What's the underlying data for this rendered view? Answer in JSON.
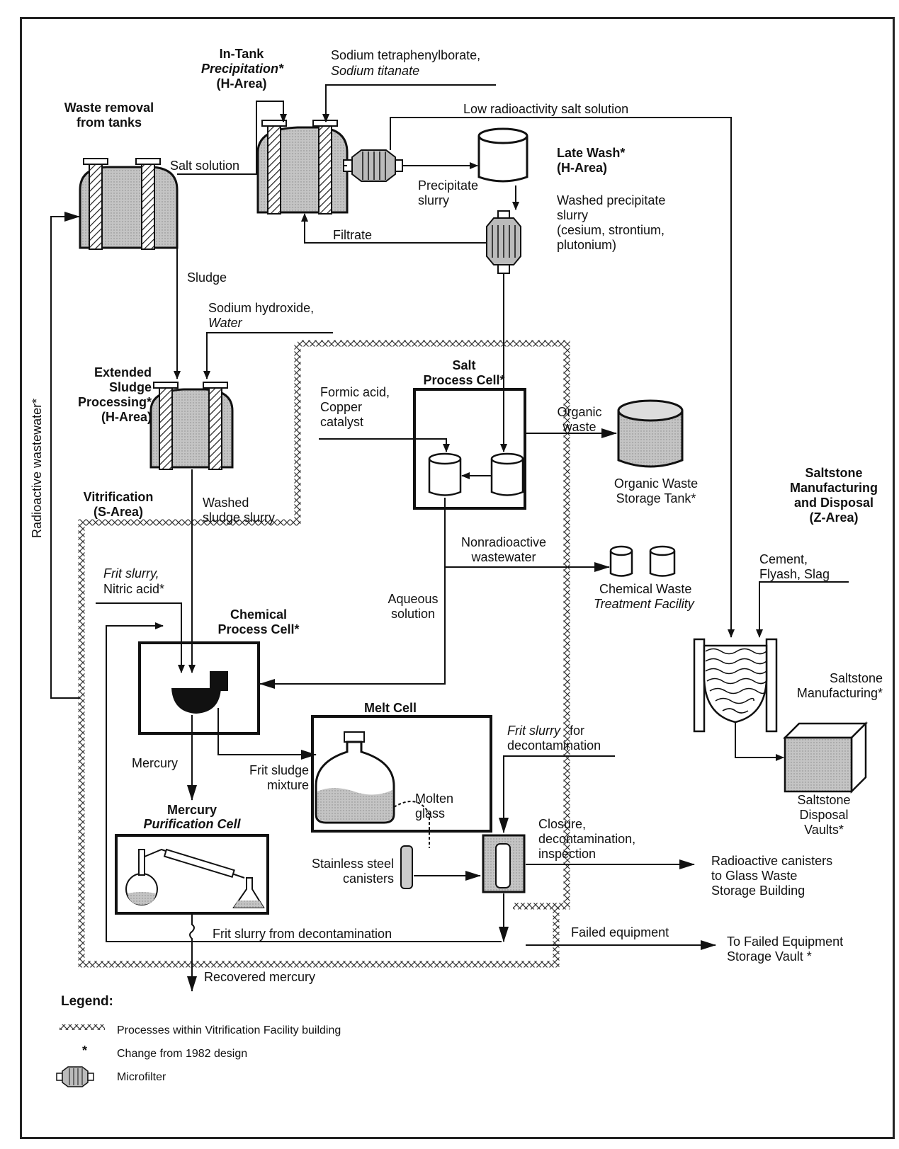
{
  "labels": {
    "waste_removal": "Waste removal\nfrom tanks",
    "in_tank_1": "In-Tank",
    "in_tank_2": "Precipitation*",
    "in_tank_3": "(H-Area)",
    "sodium_tpb": "Sodium tetraphenylborate,",
    "sodium_titanate": "Sodium titanate",
    "low_radioactivity": "Low radioactivity salt solution",
    "salt_solution": "Salt solution",
    "precipitate_slurry": "Precipitate\nslurry",
    "late_wash": "Late Wash*\n(H-Area)",
    "washed_precipitate": "Washed precipitate\nslurry\n(cesium, strontium,\nplutonium)",
    "filtrate": "Filtrate",
    "sludge": "Sludge",
    "sodium_hydroxide": "Sodium hydroxide,",
    "water": "Water",
    "extended_sludge": "Extended\nSludge\nProcessing*\n(H-Area)",
    "salt_process_cell": "Salt\nProcess Cell*",
    "formic_acid": "Formic acid,\nCopper\ncatalyst",
    "organic_waste": "Organic\nwaste",
    "organic_storage": "Organic Waste\nStorage Tank*",
    "saltstone_mfg_disposal": "Saltstone\nManufacturing\nand Disposal\n(Z-Area)",
    "radioactive_wastewater": "Radioactive wastewater*",
    "vitrification": "Vitrification\n(S-Area)",
    "washed_sludge": "Washed\nsludge slurry",
    "nonradioactive": "Nonradioactive\nwastewater",
    "chemical_waste_1": "Chemical Waste",
    "chemical_waste_2": "Treatment Facility",
    "cement": "Cement,\nFlyash, Slag",
    "frit_slurry": "Frit slurry,",
    "nitric_acid": "Nitric acid*",
    "aqueous": "Aqueous\nsolution",
    "chemical_process_cell": "Chemical\nProcess Cell*",
    "saltstone_manufacturing": "Saltstone\nManufacturing*",
    "melt_cell": "Melt Cell",
    "frit_decon_1": "Frit slurry",
    "frit_decon_2": " for",
    "frit_decon_3": "decontamination",
    "mercury": "Mercury",
    "frit_sludge": "Frit sludge\nmixture",
    "molten_glass": "Molten\nglass",
    "saltstone_vaults": "Saltstone\nDisposal\nVaults*",
    "mercury_purif_1": "Mercury",
    "mercury_purif_2": "Purification Cell",
    "closure": "Closure,\ndecontamination,\ninspection",
    "stainless": "Stainless steel\ncanisters",
    "radioactive_canisters": "Radioactive canisters\nto Glass Waste\nStorage Building",
    "frit_from_decon": "Frit slurry from decontamination",
    "failed_equipment": "Failed equipment",
    "to_failed_storage": "To Failed Equipment\nStorage Vault *",
    "recovered_mercury": "Recovered mercury"
  },
  "legend": {
    "title": "Legend:",
    "items": [
      {
        "symbol": "xxxxxx",
        "label": "Processes within Vitrification Facility building"
      },
      {
        "symbol": "*",
        "label": "Change from 1982 design"
      },
      {
        "symbol": "microfilter-icon",
        "label": "Microfilter"
      }
    ]
  },
  "colors": {
    "ink": "#111111",
    "gray": "#b9b9b9",
    "hatch": "#555555"
  }
}
